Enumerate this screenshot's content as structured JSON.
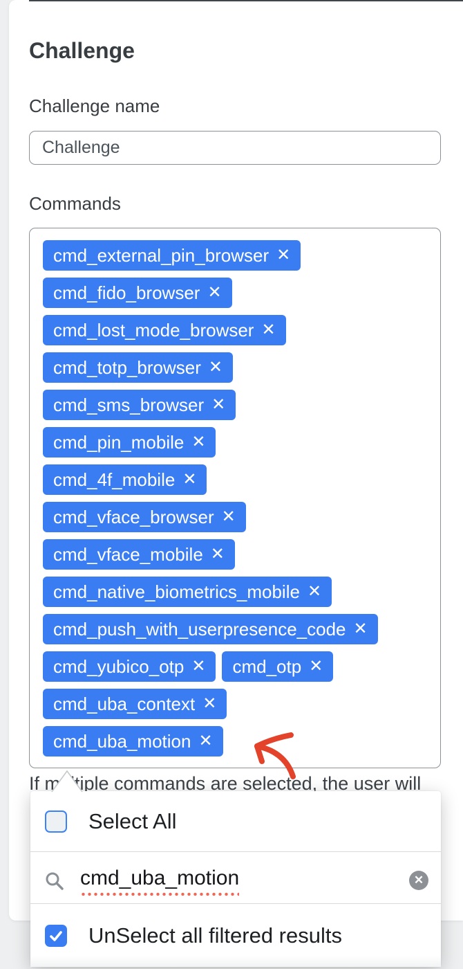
{
  "header": {
    "title": "Challenge"
  },
  "form": {
    "name_label": "Challenge name",
    "name_value": "Challenge",
    "commands_label": "Commands",
    "command_rows": [
      [
        "cmd_external_pin_browser"
      ],
      [
        "cmd_fido_browser"
      ],
      [
        "cmd_lost_mode_browser"
      ],
      [
        "cmd_totp_browser"
      ],
      [
        "cmd_sms_browser"
      ],
      [
        "cmd_pin_mobile"
      ],
      [
        "cmd_4f_mobile"
      ],
      [
        "cmd_vface_browser"
      ],
      [
        "cmd_vface_mobile"
      ],
      [
        "cmd_native_biometrics_mobile"
      ],
      [
        "cmd_push_with_userpresence_code"
      ],
      [
        "cmd_yubico_otp",
        "cmd_otp"
      ],
      [
        "cmd_uba_context"
      ],
      [
        "cmd_uba_motion"
      ]
    ],
    "help_text": "If multiple commands are selected, the user will"
  },
  "dropdown": {
    "select_all_label": "Select All",
    "select_all_checked": false,
    "search_value": "cmd_uba_motion",
    "unselect_label": "UnSelect all filtered results",
    "unselect_checked": true
  },
  "icons": {
    "remove": "✕",
    "clear": "✕"
  },
  "colors": {
    "chip_bg": "#3a7df2",
    "checkbox_blue": "#3b82f6",
    "arrow_red": "#e2432a",
    "squiggle_red": "#f06757"
  },
  "annotation": {
    "type": "hand-drawn-arrow",
    "points_to": "cmd_uba_motion"
  }
}
